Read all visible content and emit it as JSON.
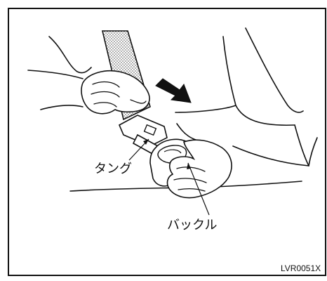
{
  "labels": {
    "tongue": "タング",
    "buckle": "バックル"
  },
  "figure_code": "LVR0051X",
  "colors": {
    "line": "#111111",
    "background": "#ffffff",
    "belt_dots": "#555555"
  }
}
